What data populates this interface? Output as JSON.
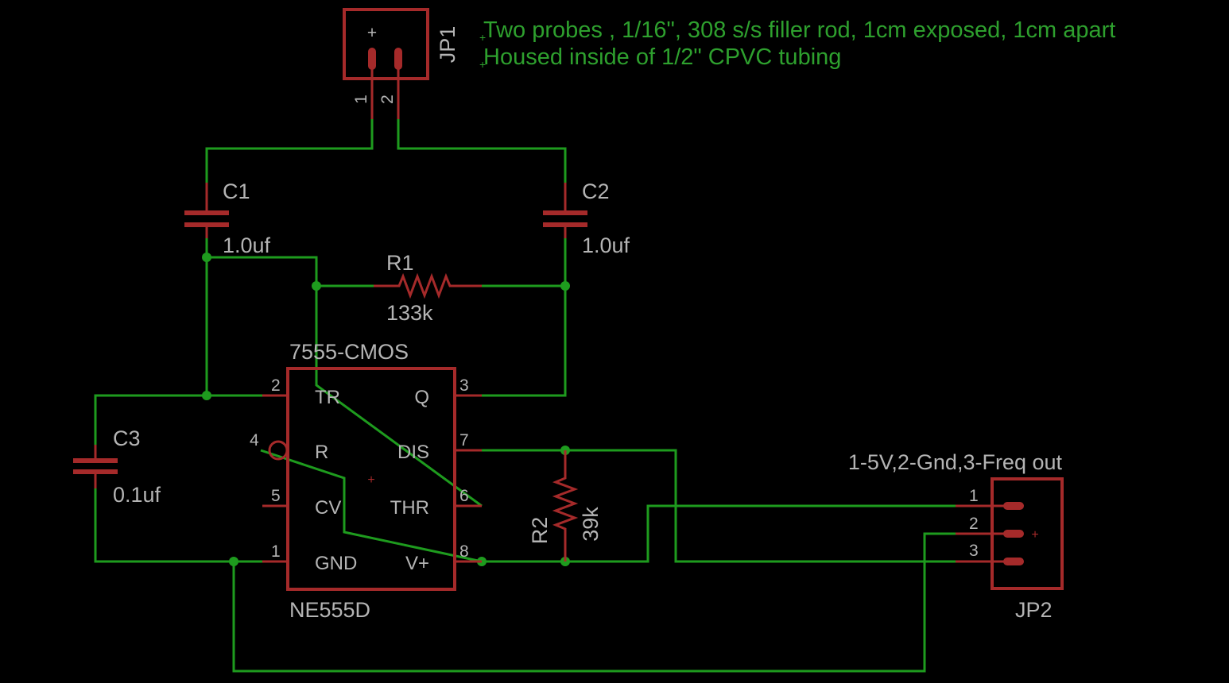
{
  "notes": {
    "line1": "Two probes , 1/16\", 308 s/s filler rod, 1cm exposed, 1cm apart",
    "line2": "Housed inside of 1/2\" CPVC tubing"
  },
  "colors": {
    "background": "#000000",
    "wire": "#1e9b1e",
    "part": "#a52a2a",
    "label": "#b4b4b4",
    "note": "#2ea02e"
  },
  "parts": {
    "jp1": {
      "name": "JP1",
      "pins": [
        "1",
        "2"
      ]
    },
    "c1": {
      "name": "C1",
      "value": "1.0uf"
    },
    "c2": {
      "name": "C2",
      "value": "1.0uf"
    },
    "r1": {
      "name": "R1",
      "value": "133k"
    },
    "c3": {
      "name": "C3",
      "value": "0.1uf"
    },
    "ic": {
      "name": "7555-CMOS",
      "value": "NE555D",
      "pins": [
        {
          "num": "2",
          "name": "TR"
        },
        {
          "num": "4",
          "name": "R"
        },
        {
          "num": "5",
          "name": "CV"
        },
        {
          "num": "1",
          "name": "GND"
        },
        {
          "num": "3",
          "name": "Q"
        },
        {
          "num": "7",
          "name": "DIS"
        },
        {
          "num": "6",
          "name": "THR"
        },
        {
          "num": "8",
          "name": "V+"
        }
      ]
    },
    "r2": {
      "name": "R2",
      "value": "39k"
    },
    "jp2": {
      "name": "JP2",
      "value": "1-5V,2-Gnd,3-Freq out",
      "pins": [
        "1",
        "2",
        "3"
      ]
    }
  }
}
